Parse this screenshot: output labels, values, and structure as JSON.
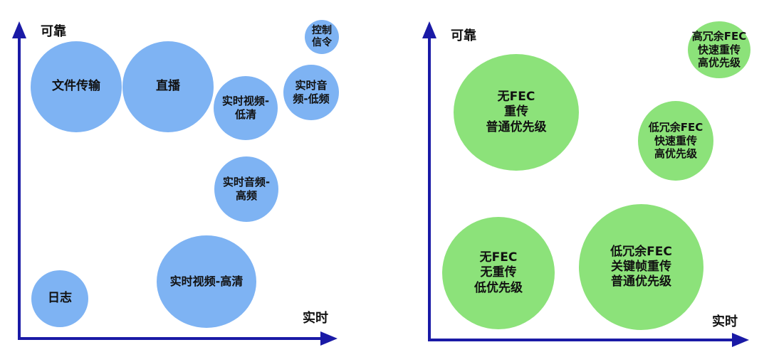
{
  "colors": {
    "axis": "#1a1aa6",
    "left_bubble": "#7eb3f3",
    "right_bubble": "#8ce27a"
  },
  "left_chart": {
    "y_axis_label": "可靠",
    "x_axis_label": "实时",
    "bubbles": [
      {
        "label": "文件传输"
      },
      {
        "label": "直播"
      },
      {
        "label": "实时视频-\n低清"
      },
      {
        "label": "实时音\n频-低频"
      },
      {
        "label": "控制\n信令"
      },
      {
        "label": "实时音频-\n高频"
      },
      {
        "label": "实时视频-高清"
      },
      {
        "label": "日志"
      }
    ]
  },
  "right_chart": {
    "y_axis_label": "可靠",
    "x_axis_label": "实时",
    "bubbles": [
      {
        "label": "无FEC\n重传\n普通优先级"
      },
      {
        "label": "高冗余FEC\n快速重传\n高优先级"
      },
      {
        "label": "低冗余FEC\n快速重传\n高优先级"
      },
      {
        "label": "无FEC\n无重传\n低优先级"
      },
      {
        "label": "低冗余FEC\n关键帧重传\n普通优先级"
      }
    ]
  }
}
